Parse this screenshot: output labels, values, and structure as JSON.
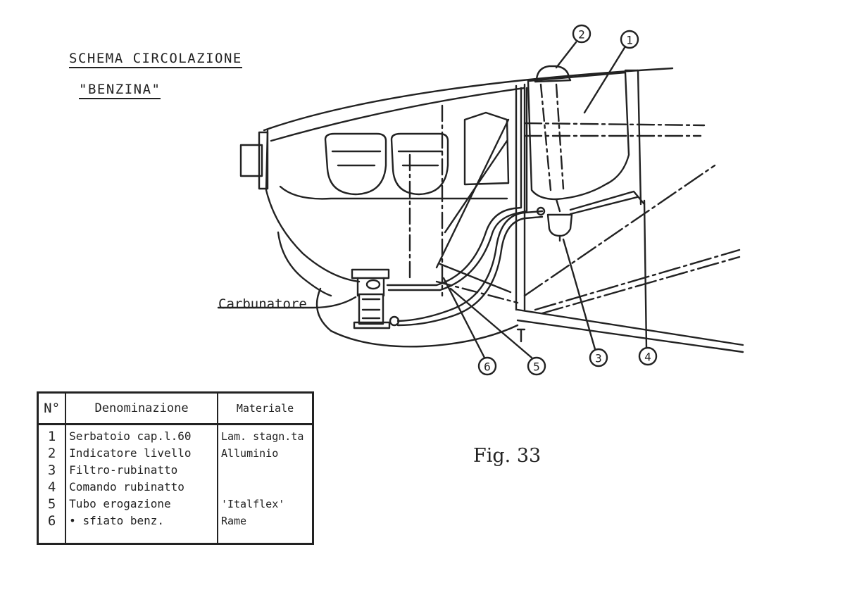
{
  "title": {
    "line1": "SCHEMA CIRCOLAZIONE",
    "line2": "\"BENZINA\""
  },
  "carburetor_label": "Carbunatore",
  "figure_caption": "Fig. 33",
  "callouts": [
    "1",
    "2",
    "3",
    "4",
    "5",
    "6"
  ],
  "table": {
    "headers": [
      "N°",
      "Denominazione",
      "Materiale"
    ],
    "rows": [
      {
        "no": "1",
        "name": "Serbatoio cap.l.60",
        "material": "Lam. stagn.ta"
      },
      {
        "no": "2",
        "name": "Indicatore livello",
        "material": "Alluminio"
      },
      {
        "no": "3",
        "name": "Filtro-rubinatto",
        "material": ""
      },
      {
        "no": "4",
        "name": "Comando rubinatto",
        "material": ""
      },
      {
        "no": "5",
        "name": "Tubo erogazione",
        "material": "'Italflex'"
      },
      {
        "no": "6",
        "name": "•   sfiato benz.",
        "material": "Rame"
      }
    ]
  },
  "colors": {
    "ink": "#222222",
    "paper": "#ffffff"
  }
}
